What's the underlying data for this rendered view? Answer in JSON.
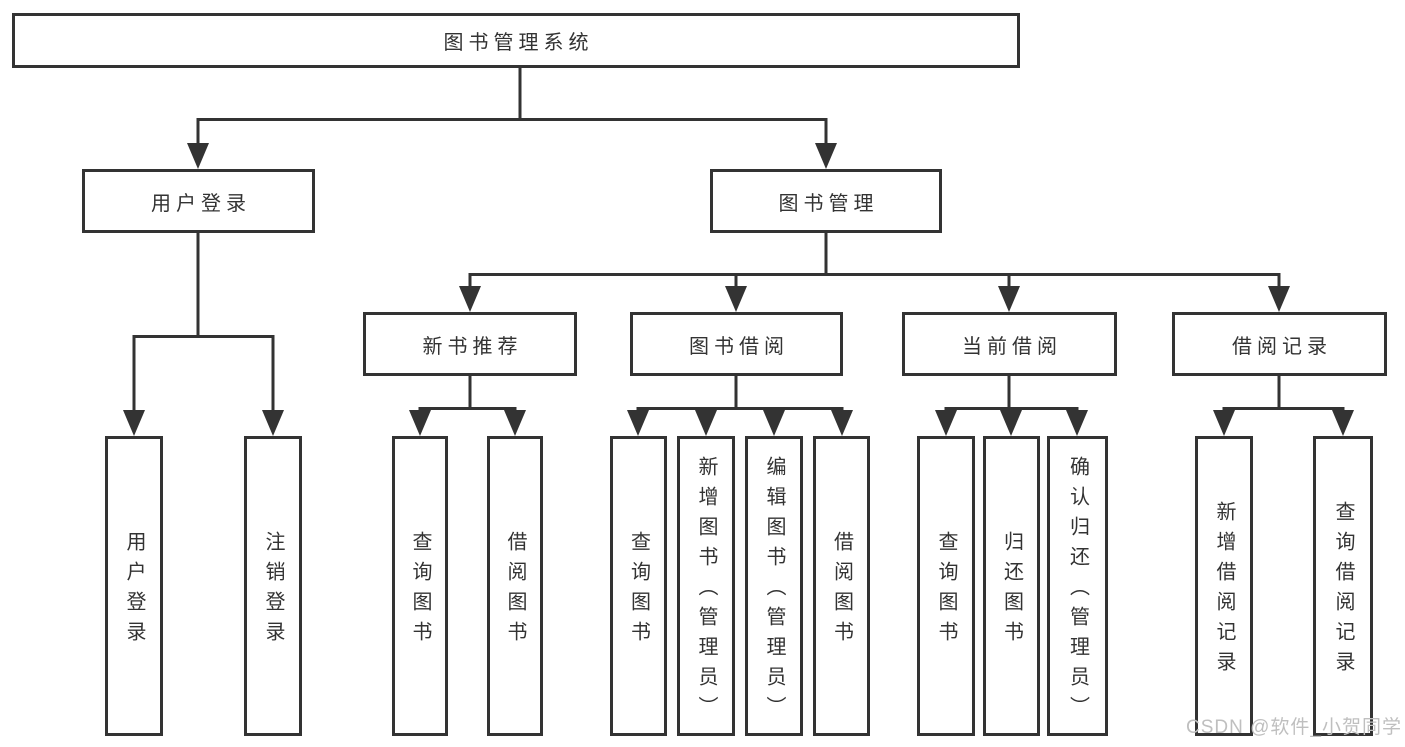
{
  "diagram": {
    "root": {
      "label": "图书管理系统"
    },
    "level2": [
      {
        "id": "user-login",
        "label": "用户登录"
      },
      {
        "id": "book-management",
        "label": "图书管理"
      }
    ],
    "level3": [
      {
        "id": "new-book-recommend",
        "label": "新书推荐",
        "parent": "book-management"
      },
      {
        "id": "book-borrowing",
        "label": "图书借阅",
        "parent": "book-management"
      },
      {
        "id": "current-borrowing",
        "label": "当前借阅",
        "parent": "book-management"
      },
      {
        "id": "borrowing-records",
        "label": "借阅记录",
        "parent": "book-management"
      }
    ],
    "leaves": [
      {
        "label": "用户登录",
        "parent": "user-login"
      },
      {
        "label": "注销登录",
        "parent": "user-login"
      },
      {
        "label": "查询图书",
        "parent": "new-book-recommend"
      },
      {
        "label": "借阅图书",
        "parent": "new-book-recommend"
      },
      {
        "label": "查询图书",
        "parent": "book-borrowing"
      },
      {
        "label": "新增图书（管理员）",
        "parent": "book-borrowing"
      },
      {
        "label": "编辑图书（管理员）",
        "parent": "book-borrowing"
      },
      {
        "label": "借阅图书",
        "parent": "book-borrowing"
      },
      {
        "label": "查询图书",
        "parent": "current-borrowing"
      },
      {
        "label": "归还图书",
        "parent": "current-borrowing"
      },
      {
        "label": "确认归还（管理员）",
        "parent": "current-borrowing"
      },
      {
        "label": "新增借阅记录",
        "parent": "borrowing-records"
      },
      {
        "label": "查询借阅记录",
        "parent": "borrowing-records"
      }
    ],
    "watermark": "CSDN @软件_小贺同学",
    "colors": {
      "line": "#333333",
      "text": "#333333",
      "box_fill": "#ffffff",
      "background": "#ffffff",
      "watermark": "#bfbfbf"
    }
  }
}
